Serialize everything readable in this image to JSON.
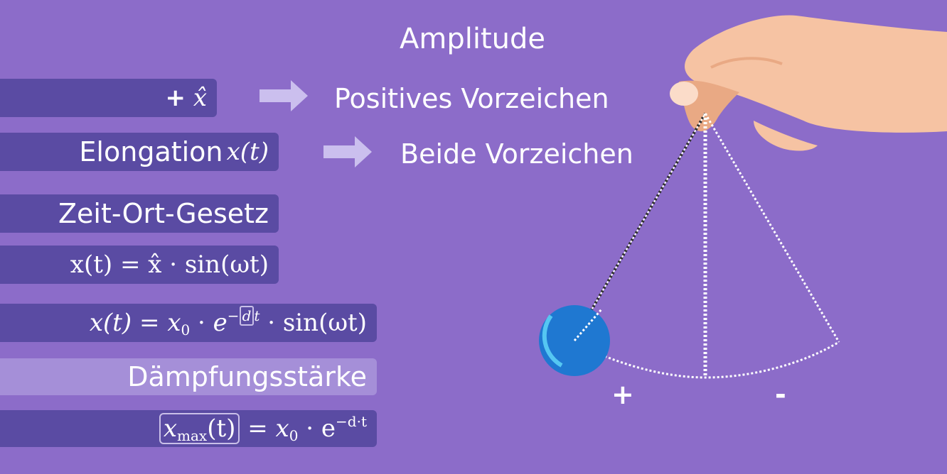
{
  "title": "Amplitude",
  "rows": {
    "amp_symbol": {
      "plus": "+",
      "var": "x̂"
    },
    "elongation": {
      "label": "Elongation",
      "math": "x(t)"
    },
    "zeit_ort": {
      "label": "Zeit-Ort-Gesetz"
    },
    "formula1": {
      "text": "x(t) = x̂ · sin(ωt)"
    },
    "formula2": {
      "lhs": "x(t)",
      "eq": "=",
      "x0": "x",
      "sub0": "0",
      "dot1": "·",
      "e": "e",
      "exp_minus": "−",
      "exp_d": "d",
      "exp_t": "t",
      "rest": "· sin(ωt)"
    },
    "daempfung": {
      "label": "Dämpfungsstärke"
    },
    "formula3": {
      "x": "x",
      "sub": "max",
      "arg": "(t)",
      "eq": "=",
      "x0": "x",
      "sub0": "0",
      "dot": "·",
      "e": "e",
      "exp": "−d·t"
    }
  },
  "arrows": {
    "positive": "Positives Vorzeichen",
    "both": "Beide Vorzeichen"
  },
  "pendulum": {
    "plus_sign": "+",
    "minus_sign": "-"
  },
  "colors": {
    "background": "#8c6cc9",
    "bar": "#5a4ba3",
    "bar_highlight": "#a58fd8",
    "bob": "#1f78d1"
  }
}
